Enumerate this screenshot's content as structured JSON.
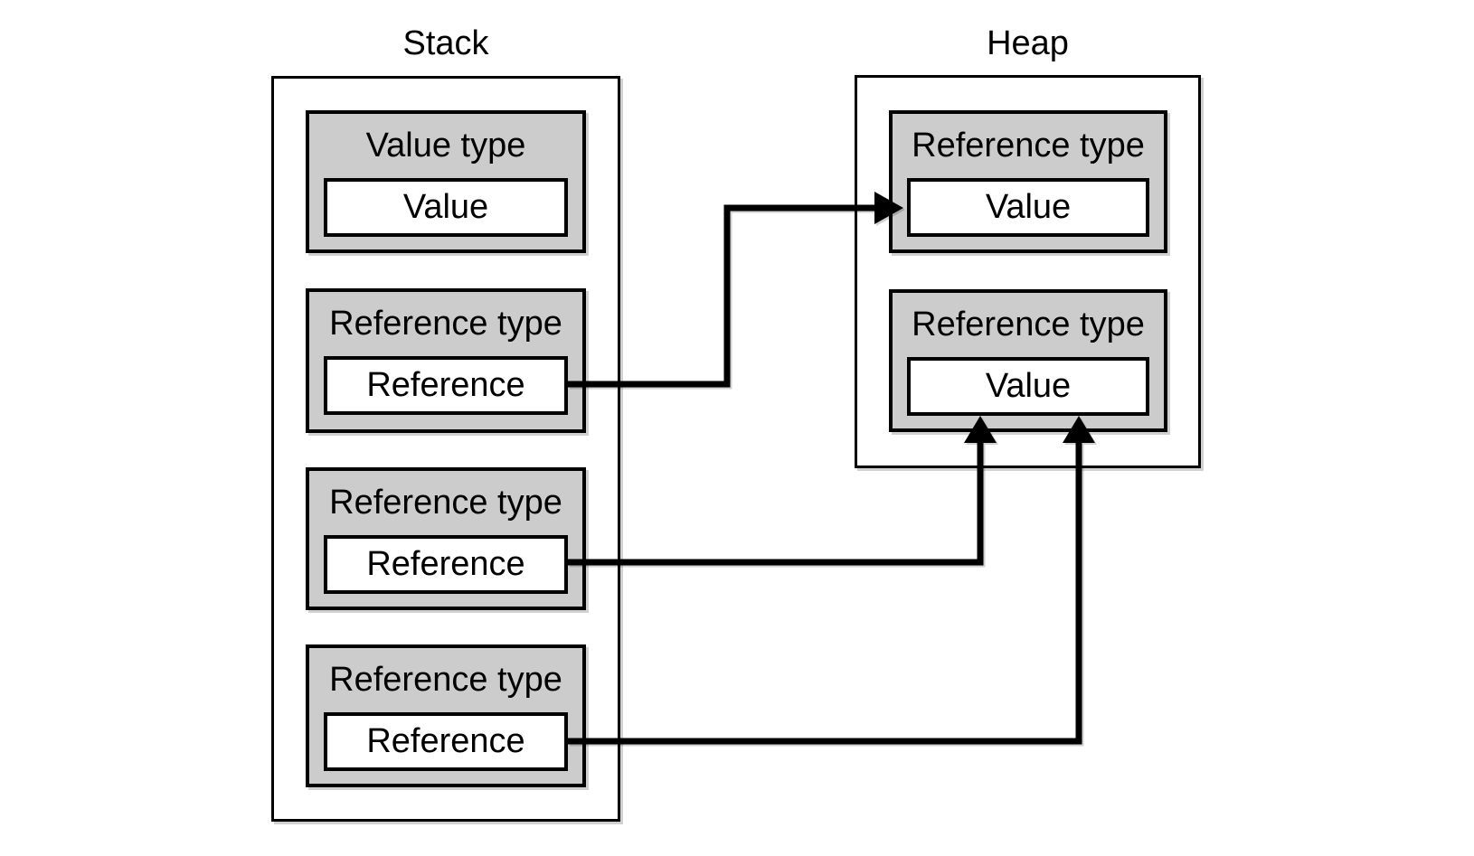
{
  "diagram": {
    "stack": {
      "title": "Stack",
      "boxes": [
        {
          "type_label": "Value type",
          "slot_label": "Value"
        },
        {
          "type_label": "Reference type",
          "slot_label": "Reference"
        },
        {
          "type_label": "Reference type",
          "slot_label": "Reference"
        },
        {
          "type_label": "Reference type",
          "slot_label": "Reference"
        }
      ]
    },
    "heap": {
      "title": "Heap",
      "boxes": [
        {
          "type_label": "Reference type",
          "slot_label": "Value"
        },
        {
          "type_label": "Reference type",
          "slot_label": "Value"
        }
      ]
    },
    "arrows": [
      {
        "from": "stack-box-2-reference",
        "to": "heap-box-1-value",
        "head_direction": "right"
      },
      {
        "from": "stack-box-3-reference",
        "to": "heap-box-2-value",
        "head_direction": "up"
      },
      {
        "from": "stack-box-4-reference",
        "to": "heap-box-2-value",
        "head_direction": "up"
      }
    ],
    "colors": {
      "type_box_fill": "#cccccc",
      "slot_fill": "#ffffff",
      "border": "#000000",
      "text": "#000000",
      "background": "#ffffff"
    }
  }
}
